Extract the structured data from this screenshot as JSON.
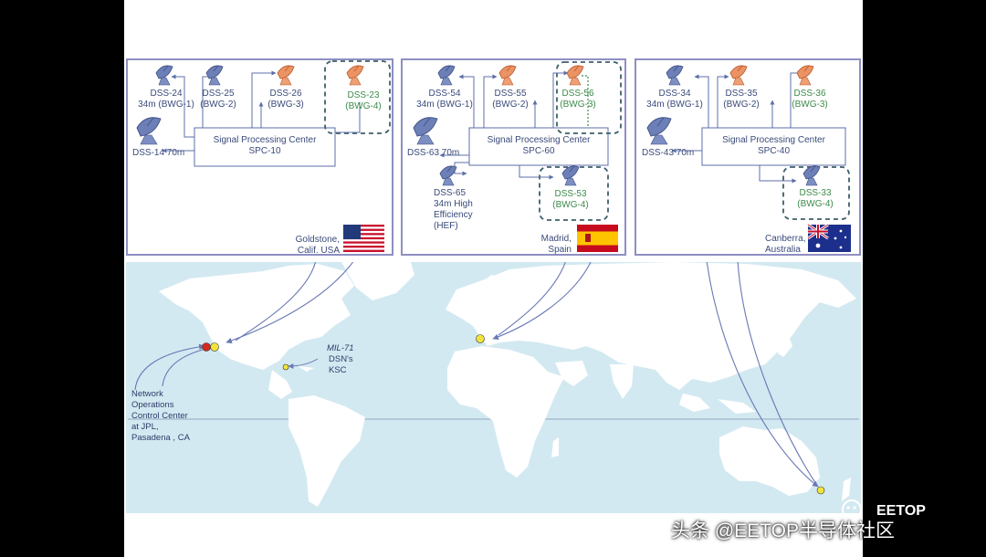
{
  "stations": [
    {
      "caption": "Goldstone,\nCalif. USA",
      "spc": "Signal Processing Center\nSPC-10",
      "antennas": [
        {
          "label": "DSS-24\n34m (BWG-1)",
          "type": "blue"
        },
        {
          "label": "DSS-25\n(BWG-2)",
          "type": "blue"
        },
        {
          "label": "DSS-26\n(BWG-3)",
          "type": "orange"
        },
        {
          "label": "DSS-23\n(BWG-4)",
          "type": "orange-green"
        },
        {
          "label": "DSS-14 70m",
          "type": "blue"
        }
      ]
    },
    {
      "caption": "Madrid,\nSpain",
      "spc": "Signal Processing Center\nSPC-60",
      "antennas": [
        {
          "label": "DSS-54\n34m (BWG-1)",
          "type": "blue"
        },
        {
          "label": "DSS-55\n(BWG-2)",
          "type": "orange"
        },
        {
          "label": "DSS-56\n(BWG-3)",
          "type": "orange-green"
        },
        {
          "label": "DSS-63 70m",
          "type": "blue"
        },
        {
          "label": "DSS-65\n34m High\nEfficiency\n(HEF)",
          "type": "blue"
        },
        {
          "label": "DSS-53\n(BWG-4)",
          "type": "blue-green"
        }
      ]
    },
    {
      "caption": "Canberra,\nAustralia",
      "spc": "Signal Processing Center\nSPC-40",
      "antennas": [
        {
          "label": "DSS-34\n34m (BWG-1)",
          "type": "blue"
        },
        {
          "label": "DSS-35\n(BWG-2)",
          "type": "orange"
        },
        {
          "label": "DSS-36\n(BWG-3)",
          "type": "orange"
        },
        {
          "label": "DSS-43 70m",
          "type": "blue"
        },
        {
          "label": "DSS-33\n(BWG-4)",
          "type": "blue-green"
        }
      ]
    }
  ],
  "map": {
    "noc_label": "Network\nOperations\nControl Center\nat JPL,\nPasadena , CA",
    "mil71_title": "MIL-71",
    "mil71_sub": "DSN's\nKSC"
  },
  "watermark": {
    "text": "头条 @EETOP半导体社区",
    "brand": "EETOP"
  },
  "colors": {
    "frame": "#8e8fc2",
    "antenna_blue": "#5c6fa8",
    "antenna_orange": "#e4864f",
    "label_green": "#3d8a4a",
    "dashed_box": "#3e5f6a",
    "ocean": "#d3e9f1",
    "site_yellow": "#f2e33a",
    "noc_red": "#d42a1e"
  }
}
